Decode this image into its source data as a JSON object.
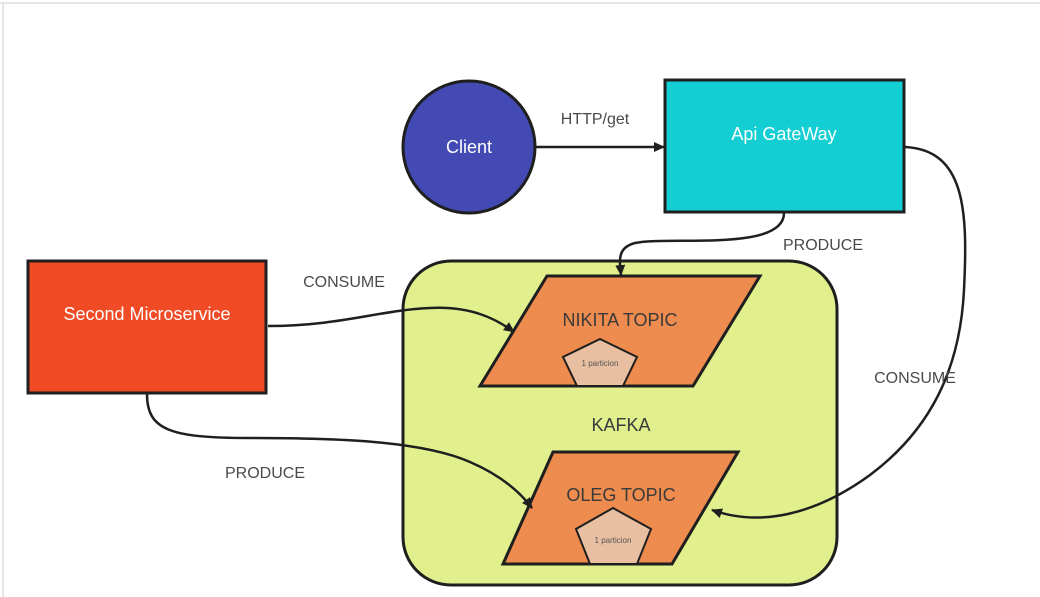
{
  "nodes": {
    "client": {
      "label": "Client",
      "color": "#434AB3"
    },
    "gateway": {
      "label": "Api GateWay",
      "color": "#13CED3"
    },
    "second": {
      "label": "Second Microservice",
      "color": "#F14B26"
    },
    "kafka": {
      "label": "KAFKA",
      "color": "#E1EF8C"
    },
    "nikita": {
      "label": "NIKITA TOPIC",
      "partition": "1 particion",
      "color": "#EE8B4E"
    },
    "oleg": {
      "label": "OLEG TOPIC",
      "partition": "1 particion",
      "color": "#EE8B4E"
    }
  },
  "edges": {
    "http": "HTTP/get",
    "produce_gateway": "PRODUCE",
    "consume_second": "CONSUME",
    "produce_second": "PRODUCE",
    "consume_gateway": "CONSUME"
  },
  "colors": {
    "stroke": "#1f1f1f",
    "partition_fill": "#E8BFA0",
    "border": "#e6e6e6"
  }
}
